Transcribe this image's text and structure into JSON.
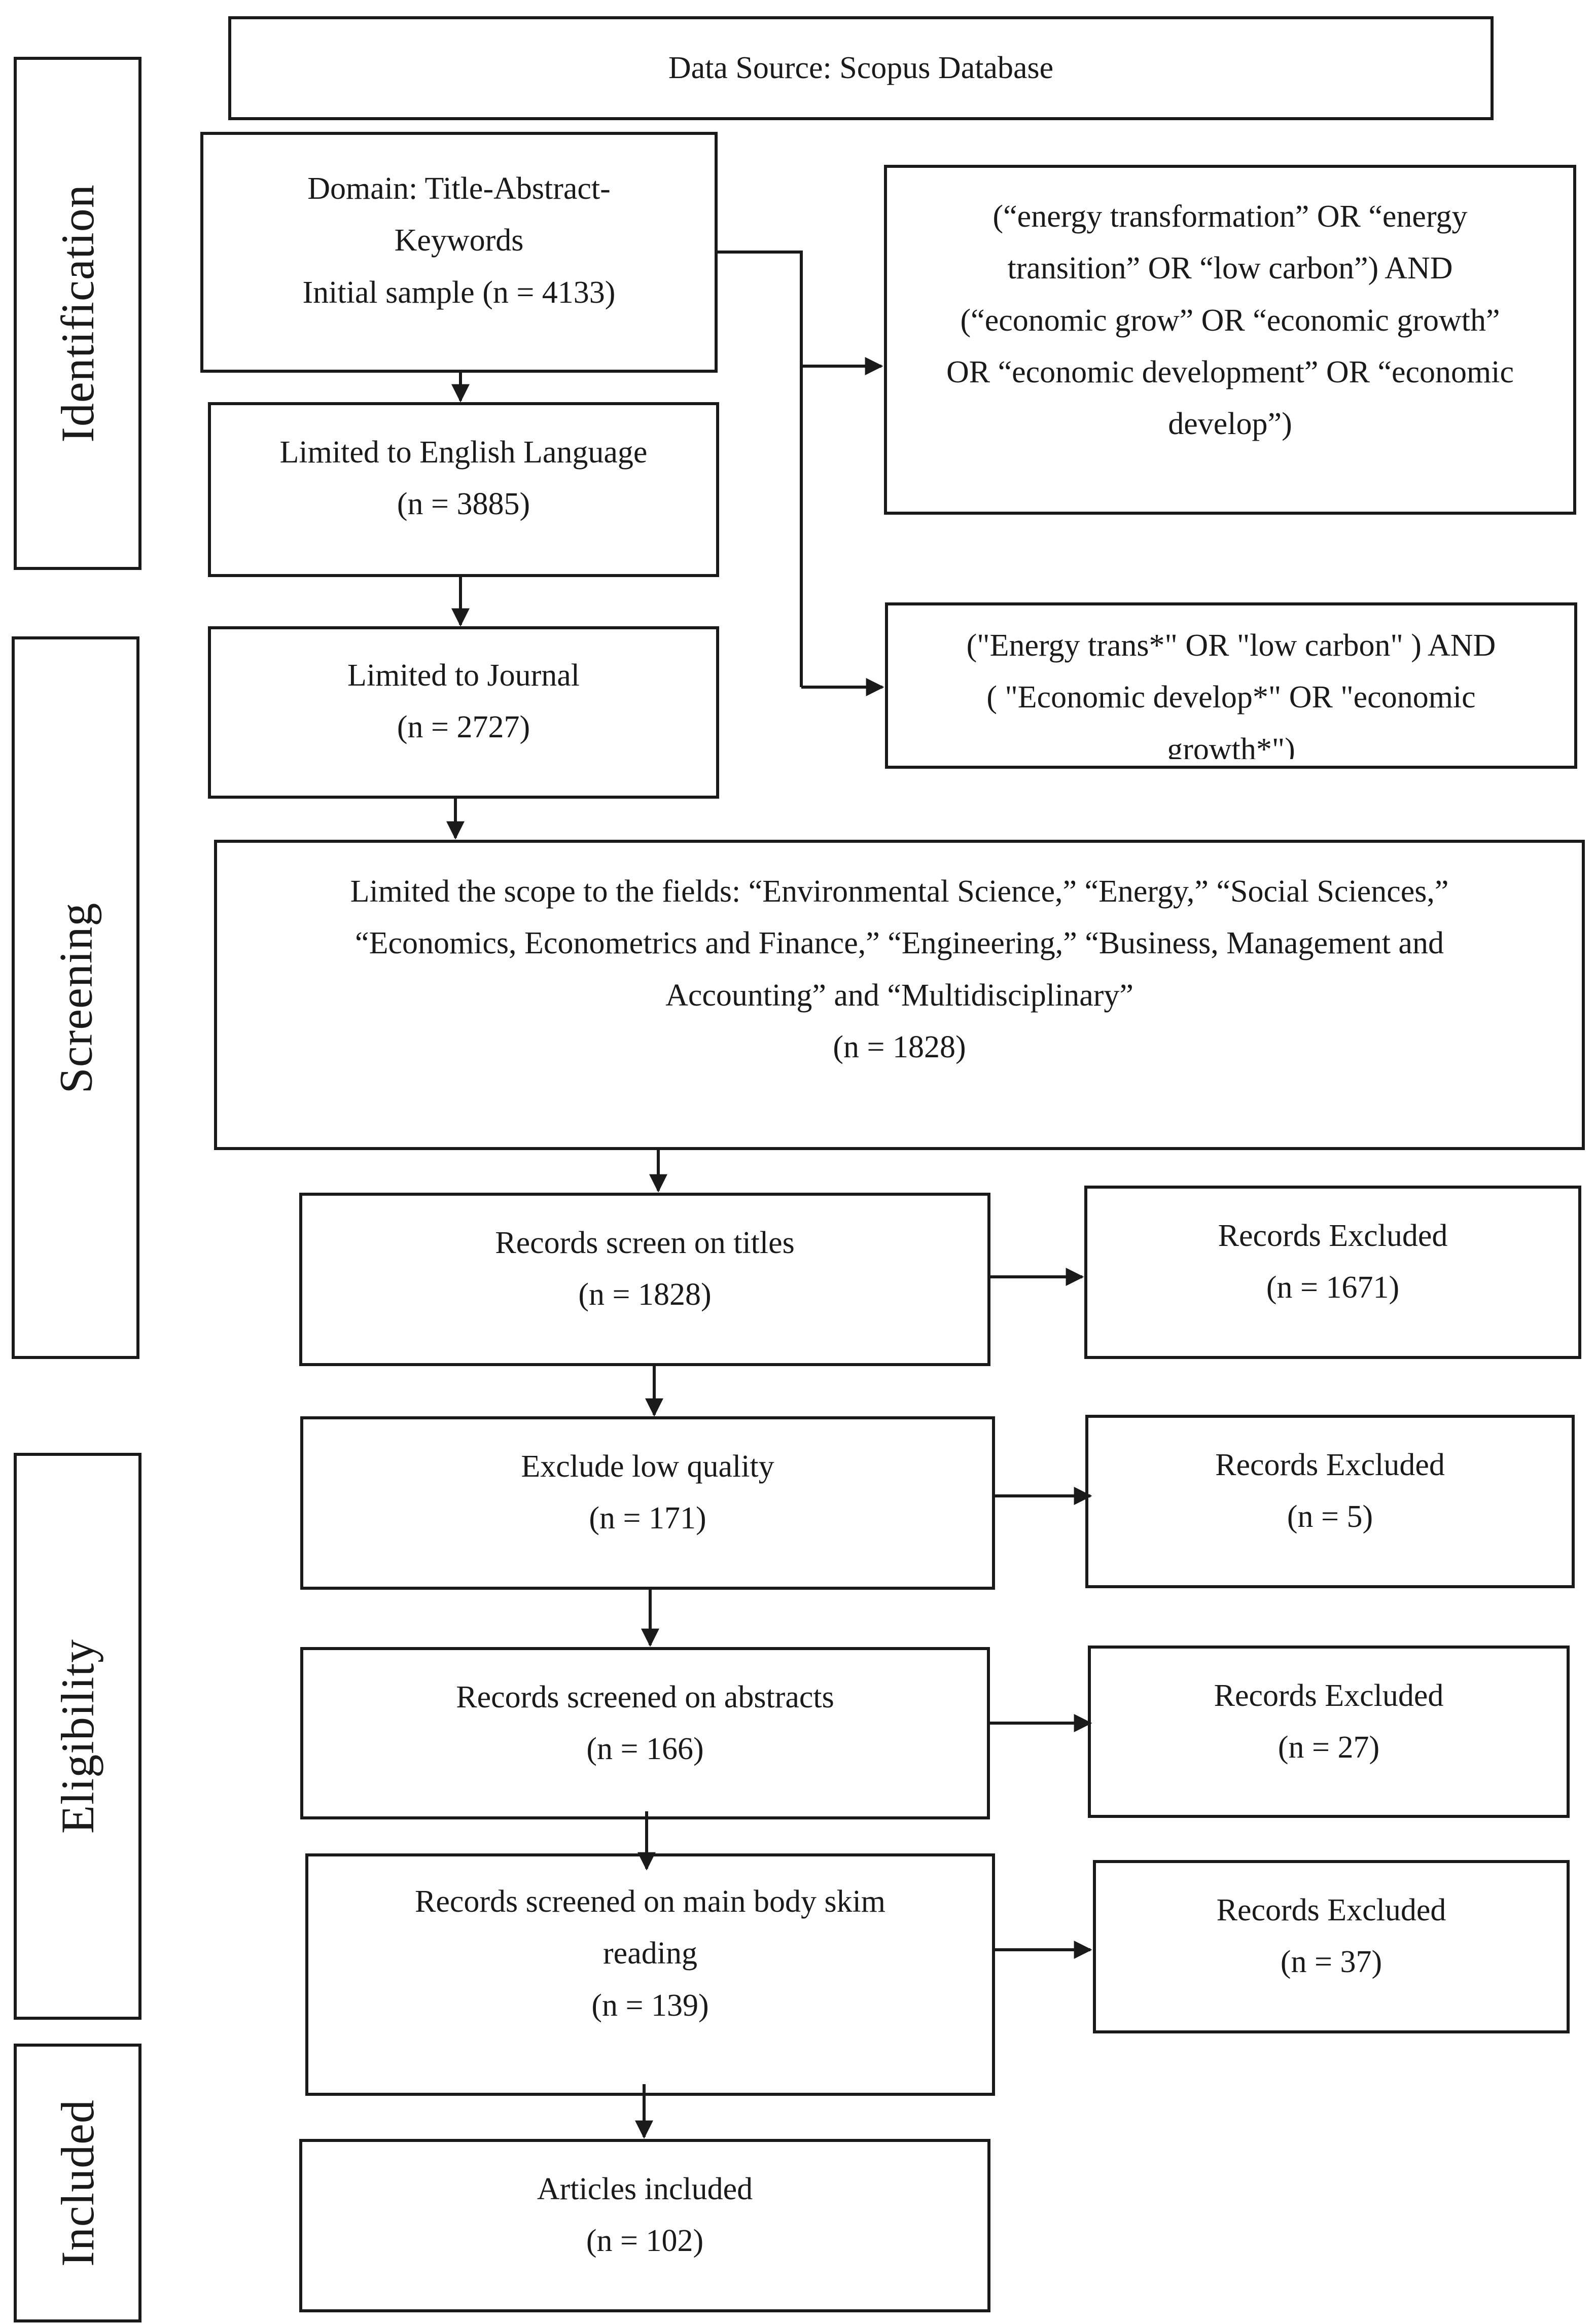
{
  "stages": {
    "identification": "Identification",
    "screening": "Screening",
    "eligibility": "Eligibility",
    "included": "Included"
  },
  "boxes": {
    "source": [
      "Data Source: Scopus Database"
    ],
    "domain": [
      "Domain: Title-Abstract-",
      "Keywords",
      "Initial sample (n = 4133)"
    ],
    "query1": [
      "(“energy transformation” OR “energy",
      "transition” OR “low carbon”) AND",
      "(“economic grow” OR “economic growth”",
      "OR “economic development” OR “economic",
      "develop”)"
    ],
    "query2": [
      "(\"Energy trans*\" OR \"low carbon\" ) AND",
      "( \"Economic develop*\" OR \"economic",
      "growth*\")"
    ],
    "english": [
      "Limited to English Language",
      "(n = 3885)"
    ],
    "journal": [
      "Limited to Journal",
      "(n = 2727)"
    ],
    "fields": [
      "Limited the scope to the fields: “Environmental Science,” “Energy,” “Social Sciences,”",
      "“Economics, Econometrics and Finance,” “Engineering,” “Business, Management and",
      "Accounting” and “Multidisciplinary”",
      "(n = 1828)"
    ],
    "titles": [
      "Records screen on titles",
      "(n = 1828)"
    ],
    "excl1": [
      "Records Excluded",
      "(n = 1671)"
    ],
    "quality": [
      "Exclude low quality",
      "(n = 171)"
    ],
    "excl2": [
      "Records Excluded",
      "(n = 5)"
    ],
    "abstracts": [
      "Records screened on abstracts",
      "(n = 166)"
    ],
    "excl3": [
      "Records Excluded",
      "(n = 27)"
    ],
    "mainbody": [
      "Records screened on main body skim",
      "reading",
      "(n = 139)"
    ],
    "excl4": [
      "Records Excluded",
      "(n = 37)"
    ],
    "articles": [
      "Articles included",
      "(n = 102)"
    ]
  }
}
